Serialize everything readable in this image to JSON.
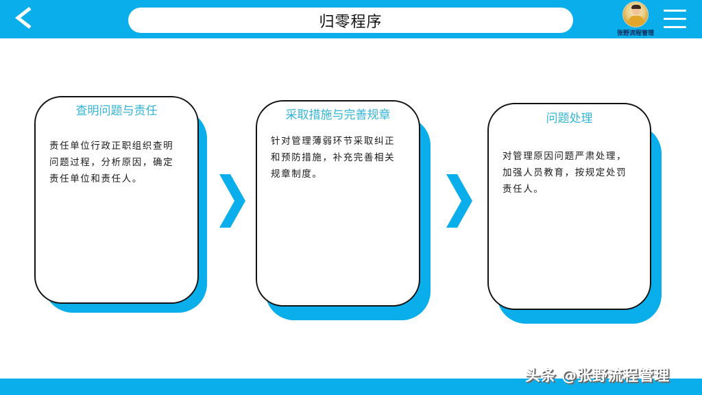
{
  "header": {
    "title": "归零程序",
    "back_icon": "chevron-left-icon",
    "menu_icon": "hamburger-menu-icon",
    "avatar_caption": "张野流程管理"
  },
  "colors": {
    "accent": "#0aaeea",
    "card_title": "#33b5d5",
    "card_border": "#111111"
  },
  "steps": [
    {
      "title": "查明问题与责任",
      "body": "责任单位行政正职组织查明问题过程，分析原因，确定责任单位和责任人。"
    },
    {
      "title": "采取措施与完善规章",
      "body": "针对管理薄弱环节采取纠正和预防措施，补充完善相关规章制度。"
    },
    {
      "title": "问题处理",
      "body": "对管理原因问题严肃处理，加强人员教育，按规定处罚责任人。"
    }
  ],
  "arrows": [
    "chevron-right-icon",
    "chevron-right-icon"
  ],
  "watermark": "头条 @张野流程管理"
}
